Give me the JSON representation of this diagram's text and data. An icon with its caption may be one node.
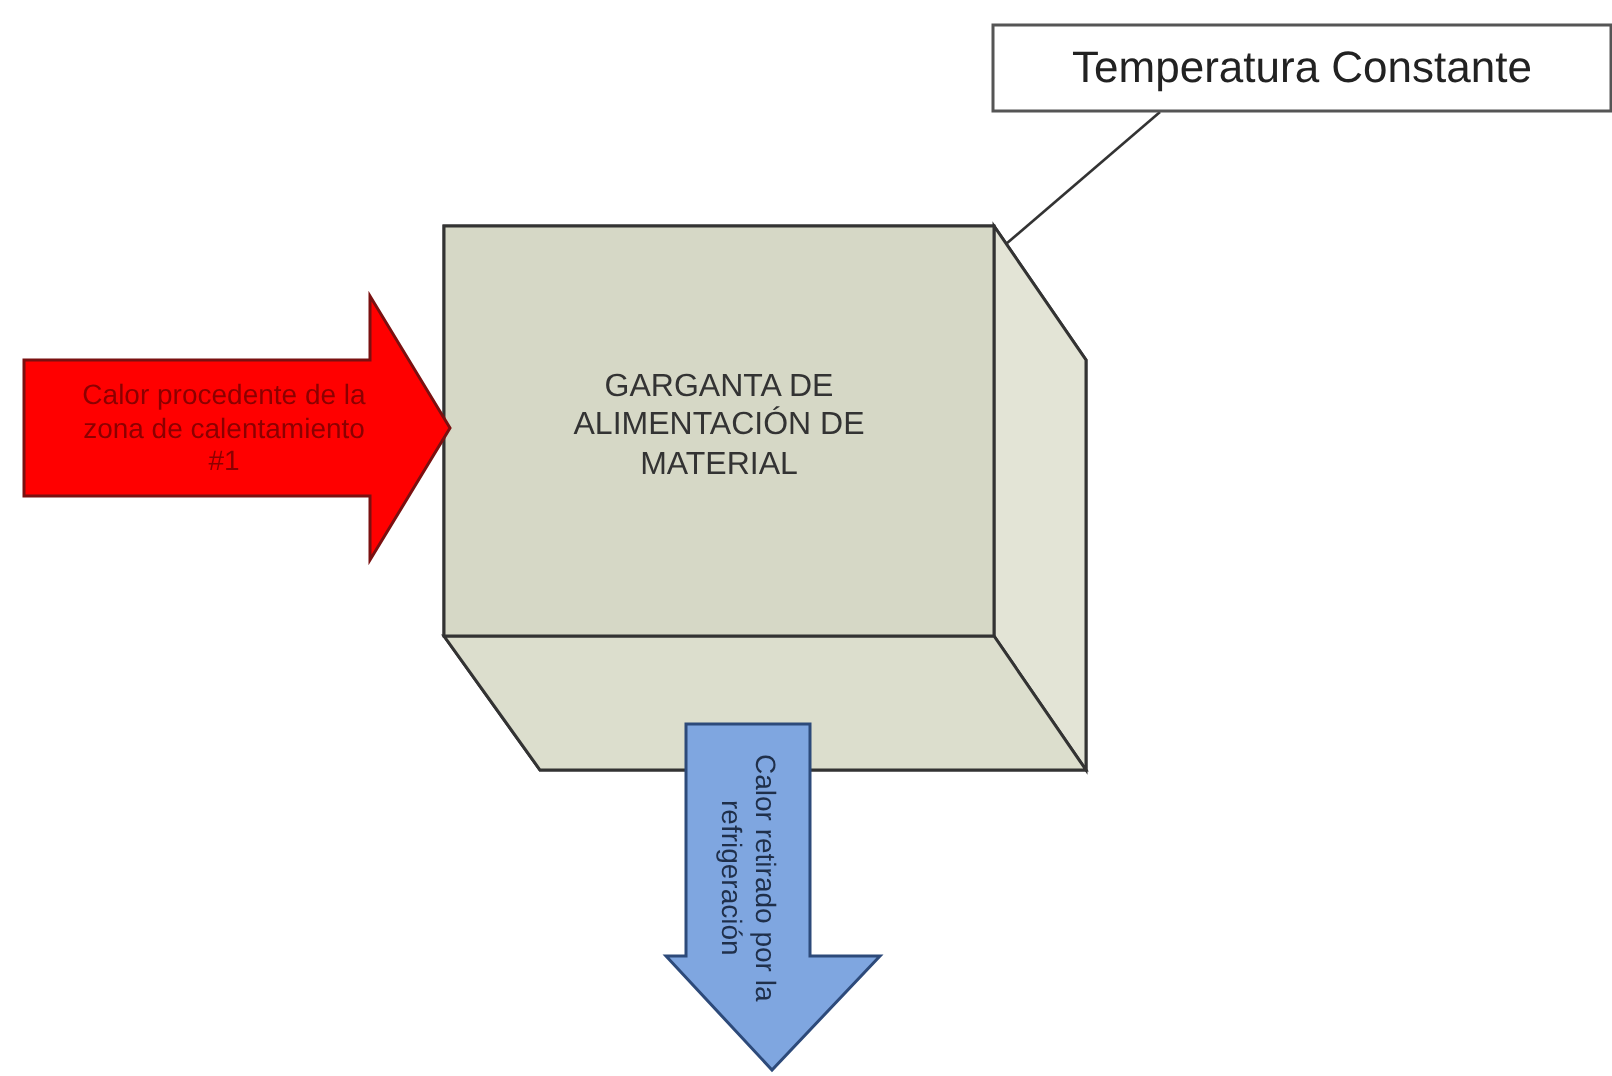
{
  "diagram": {
    "nodes": [
      {
        "text": [
          "Temperatura Constante"
        ]
      },
      {
        "text": [
          "GARGANTA DE ALIMENTACIÓN DE MATERIAL"
        ]
      },
      {
        "text": [
          "Calor procedente de la zona de calentamiento #1"
        ]
      },
      {
        "text": [
          "Calor retirado por la refrigeración"
        ]
      }
    ],
    "edges": [
      {
        "from": 0,
        "to": 1,
        "arrow": "none"
      }
    ]
  }
}
